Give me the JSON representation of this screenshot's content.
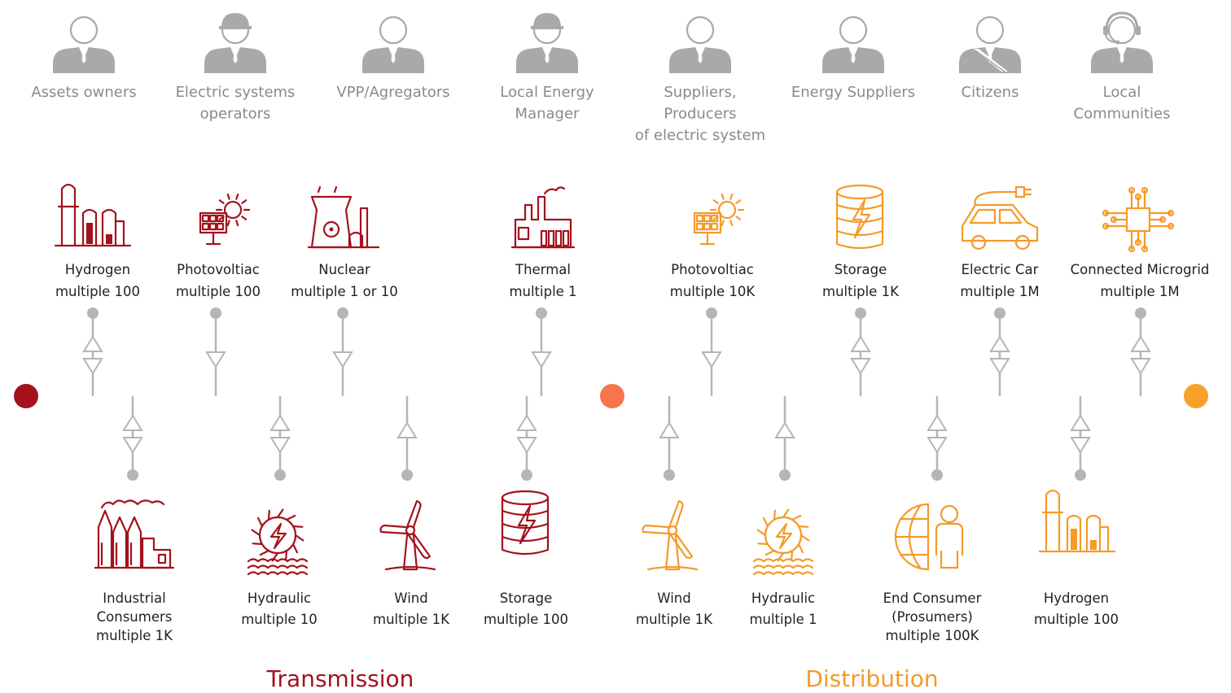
{
  "actors": [
    {
      "lines": [
        "Assets owners"
      ],
      "icon": "person-icon"
    },
    {
      "lines": [
        "Electric systems",
        "operators"
      ],
      "icon": "hardhat-person-icon"
    },
    {
      "lines": [
        "VPP/Agregators"
      ],
      "icon": "person-icon"
    },
    {
      "lines": [
        "Local Energy",
        "Manager"
      ],
      "icon": "hardhat-person-icon"
    },
    {
      "lines": [
        "Suppliers,",
        "Producers",
        "of electric system"
      ],
      "icon": "person-icon"
    },
    {
      "lines": [
        "Energy Suppliers"
      ],
      "icon": "person-icon"
    },
    {
      "lines": [
        "Citizens"
      ],
      "icon": "sash-person-icon"
    },
    {
      "lines": [
        "Local",
        "Communities"
      ],
      "icon": "headset-person-icon"
    }
  ],
  "timeline": {
    "colors": {
      "start": "#a3121c",
      "middle": "#f4764a",
      "end": "#f7a02a",
      "connector": "#b5b5b5"
    }
  },
  "assets_top": [
    {
      "name": "Hydrogen",
      "multiple": "multiple 100",
      "icon": "hydrogen-plant-icon",
      "color": "#a3121c",
      "flow": "bidirectional"
    },
    {
      "name": "Photovoltiac",
      "multiple": "multiple 100",
      "icon": "solar-panel-icon",
      "color": "#a3121c",
      "flow": "generation"
    },
    {
      "name": "Nuclear",
      "multiple": "multiple 1 or 10",
      "icon": "nuclear-plant-icon",
      "color": "#a3121c",
      "flow": "generation"
    },
    {
      "name": "Thermal",
      "multiple": "multiple 1",
      "icon": "thermal-plant-icon",
      "color": "#a3121c",
      "flow": "generation"
    },
    {
      "name": "Photovoltiac",
      "multiple": "multiple 10K",
      "icon": "solar-panel-icon",
      "color": "#f59a27",
      "flow": "generation"
    },
    {
      "name": "Storage",
      "multiple": "multiple 1K",
      "icon": "battery-storage-icon",
      "color": "#f59a27",
      "flow": "bidirectional"
    },
    {
      "name": "Electric Car",
      "multiple": "multiple 1M",
      "icon": "electric-car-icon",
      "color": "#f59a27",
      "flow": "bidirectional"
    },
    {
      "name": "Connected Microgrid",
      "multiple": "multiple 1M",
      "icon": "microgrid-chip-icon",
      "color": "#f59a27",
      "flow": "bidirectional"
    }
  ],
  "assets_bottom": [
    {
      "lines": [
        "Industrial",
        "Consumers",
        "multiple 1K"
      ],
      "icon": "industrial-plant-icon",
      "color": "#a3121c",
      "flow": "bidirectional"
    },
    {
      "lines": [
        "Hydraulic",
        "multiple 10"
      ],
      "icon": "hydraulic-turbine-icon",
      "color": "#a3121c",
      "flow": "bidirectional"
    },
    {
      "lines": [
        "Wind",
        "multiple 1K"
      ],
      "icon": "wind-turbine-icon",
      "color": "#a3121c",
      "flow": "generation"
    },
    {
      "lines": [
        "Storage",
        "multiple 100"
      ],
      "icon": "battery-storage-icon",
      "color": "#a3121c",
      "flow": "bidirectional"
    },
    {
      "lines": [
        "Wind",
        "multiple 1K"
      ],
      "icon": "wind-turbine-icon",
      "color": "#f59a27",
      "flow": "generation"
    },
    {
      "lines": [
        "Hydraulic",
        "multiple 1"
      ],
      "icon": "hydraulic-turbine-icon",
      "color": "#f59a27",
      "flow": "generation"
    },
    {
      "lines": [
        "End Consumer",
        "(Prosumers)",
        "multiple 100K"
      ],
      "icon": "prosumer-icon",
      "color": "#f59a27",
      "flow": "bidirectional"
    },
    {
      "lines": [
        "Hydrogen",
        "multiple 100"
      ],
      "icon": "hydrogen-plant-icon",
      "color": "#f59a27",
      "flow": "bidirectional"
    }
  ],
  "sections": [
    {
      "label": "Transmission",
      "color": "#a3121c"
    },
    {
      "label": "Distribution",
      "color": "#f59a27"
    }
  ]
}
